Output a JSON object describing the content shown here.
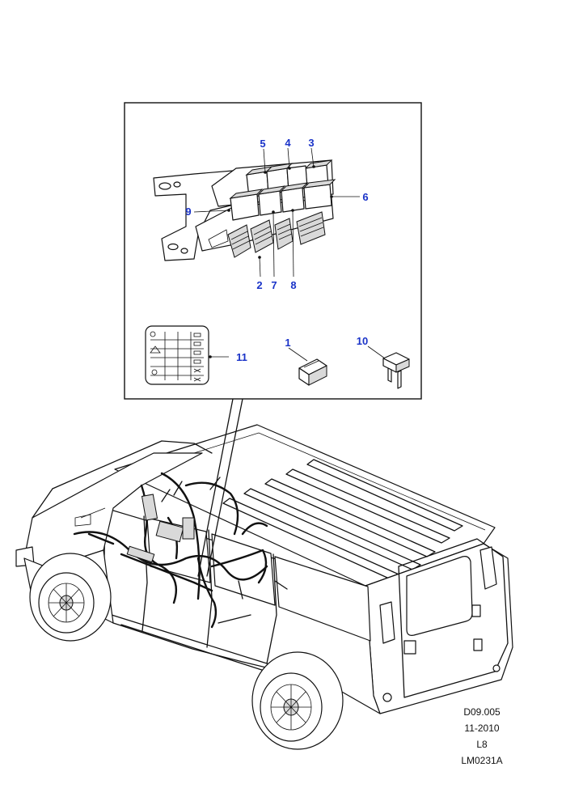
{
  "callouts": {
    "c1": "1",
    "c2": "2",
    "c3": "3",
    "c4": "4",
    "c5": "5",
    "c6": "6",
    "c7": "7",
    "c8": "8",
    "c9": "9",
    "c10": "10",
    "c11": "11"
  },
  "reference": {
    "code": "D09.005",
    "date": "11-2010",
    "level": "L8",
    "illustration": "LM0231A"
  }
}
